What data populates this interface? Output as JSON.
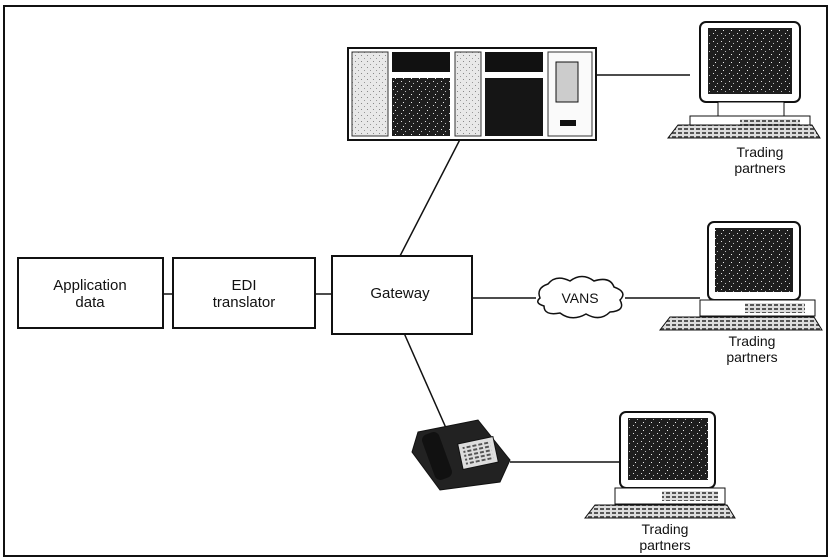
{
  "boxes": {
    "application": {
      "line1": "Application",
      "line2": "data"
    },
    "edi": {
      "line1": "EDI",
      "line2": "translator"
    },
    "gateway": {
      "label": "Gateway"
    }
  },
  "network": {
    "vans": "VANS"
  },
  "partners": [
    {
      "line1": "Trading",
      "line2": "partners"
    },
    {
      "line1": "Trading",
      "line2": "partners"
    },
    {
      "line1": "Trading",
      "line2": "partners"
    }
  ]
}
